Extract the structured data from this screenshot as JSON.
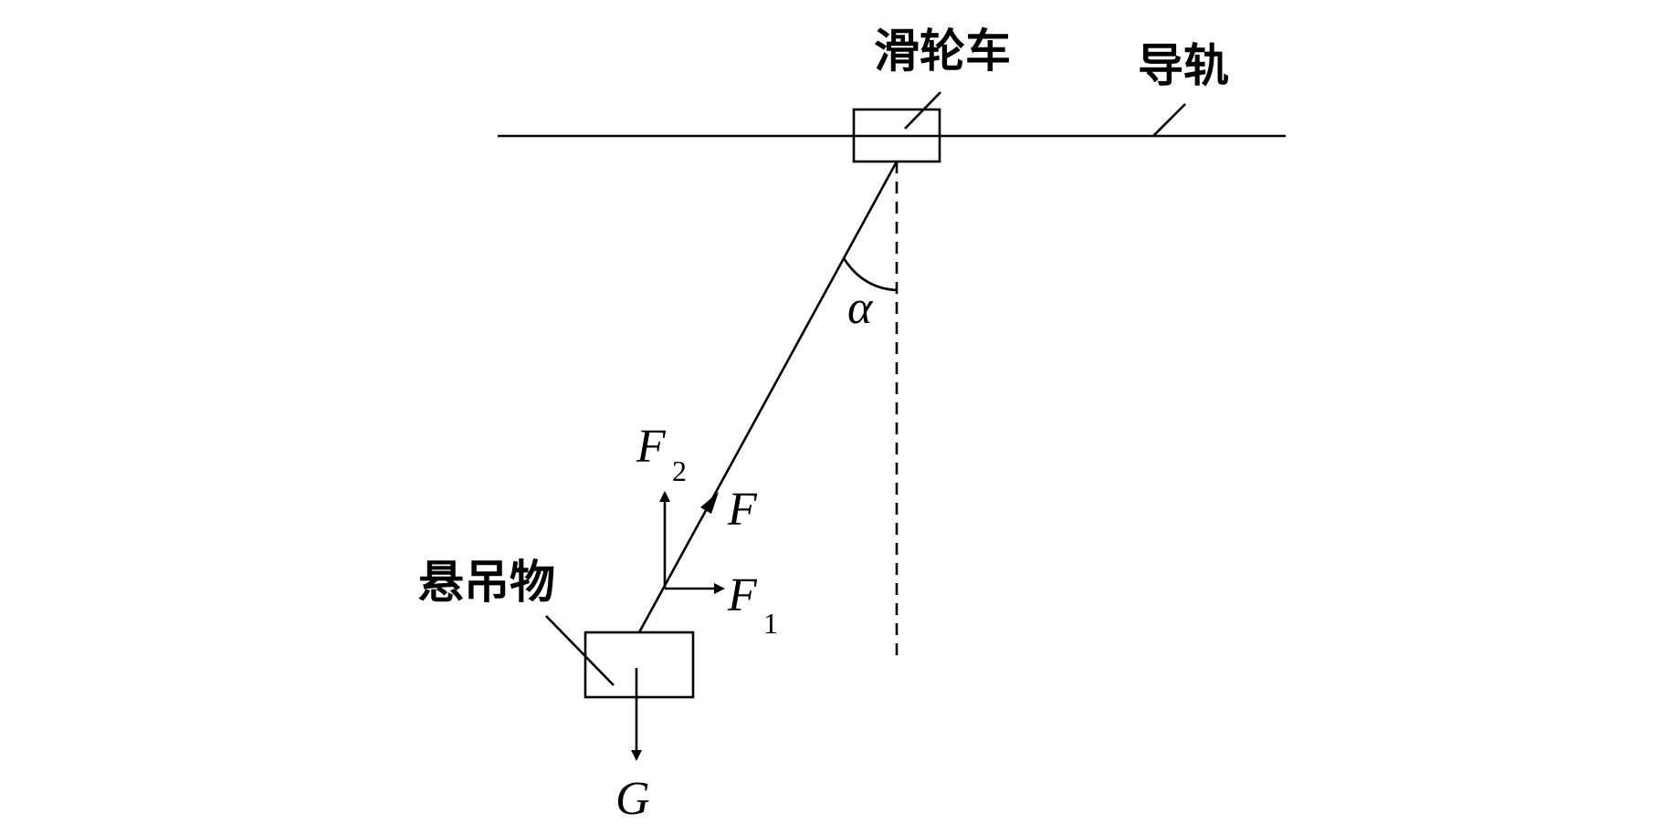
{
  "labels": {
    "trolley": "滑轮车",
    "rail": "导轨",
    "load": "悬吊物",
    "angle": "α",
    "force_tension": "F",
    "force_horizontal": "F",
    "force_horizontal_sub": "1",
    "force_vertical": "F",
    "force_vertical_sub": "2",
    "gravity": "G"
  },
  "colors": {
    "line": "#000000",
    "background": "#ffffff"
  }
}
